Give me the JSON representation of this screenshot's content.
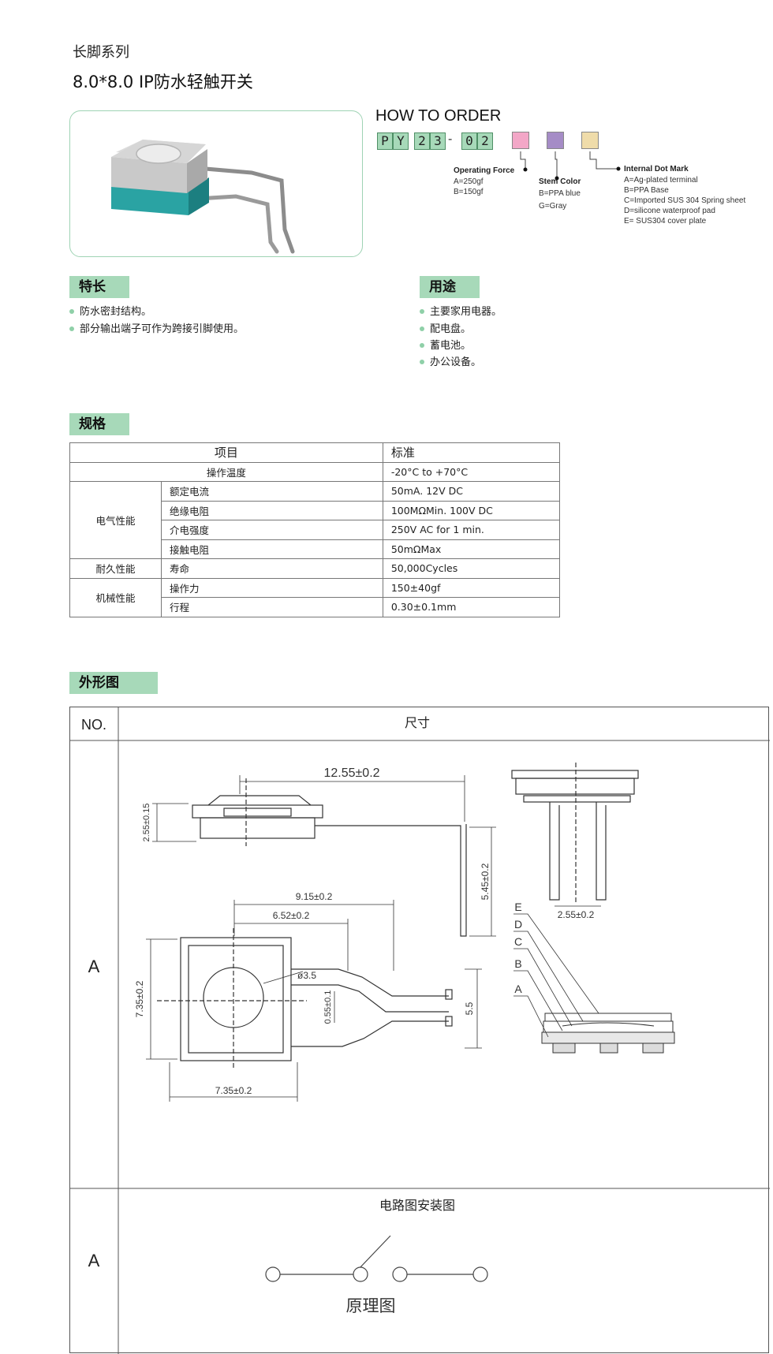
{
  "header": {
    "series": "长脚系列",
    "title": "8.0*8.0 IP防水轻触开关"
  },
  "how_to_order": {
    "title": "HOW TO ORDER",
    "code": [
      "P",
      "Y",
      "2",
      "3",
      "0",
      "2"
    ],
    "dash": "-",
    "swatch_colors": [
      "#f3a7c7",
      "#a58cc6",
      "#efdcaa"
    ],
    "operating_force": {
      "label": "Operating Force",
      "items": [
        "A=250gf",
        "B=150gf"
      ]
    },
    "stem_color": {
      "label": "Stem Color",
      "items": [
        "B=PPA blue",
        "G=Gray"
      ]
    },
    "internal_dot_mark": {
      "label": "Internal Dot Mark",
      "items": [
        "A=Ag-plated terminal",
        "B=PPA Base",
        "C=Imported SUS 304 Spring sheet",
        "D=silicone waterproof pad",
        "E= SUS304 cover plate"
      ]
    }
  },
  "features": {
    "heading": "特长",
    "items": [
      "防水密封结构。",
      "部分输出端子可作为跨接引脚使用。"
    ]
  },
  "uses": {
    "heading": "用途",
    "items": [
      "主要家用电器。",
      "配电盘。",
      "蓄电池。",
      "办公设备。"
    ]
  },
  "spec": {
    "heading": "规格",
    "col_item": "项目",
    "col_std": "标准",
    "op_temp": {
      "label": "操作温度",
      "value": "-20°C to +70°C"
    },
    "electrical": {
      "group": "电气性能",
      "rows": [
        {
          "label": "额定电流",
          "value": "50mA. 12V DC"
        },
        {
          "label": "绝缘电阻",
          "value": "100MΩMin. 100V DC"
        },
        {
          "label": "介电强度",
          "value": "250V AC for 1 min."
        },
        {
          "label": "接触电阻",
          "value": "50mΩMax"
        }
      ]
    },
    "durability": {
      "group": "耐久性能",
      "label": "寿命",
      "value": "50,000Cycles"
    },
    "mechanical": {
      "group": "机械性能",
      "rows": [
        {
          "label": "操作力",
          "value": "150±40gf"
        },
        {
          "label": "行程",
          "value": "0.30±0.1mm"
        }
      ]
    }
  },
  "dimensions": {
    "heading": "外形图",
    "col_no": "NO.",
    "col_size": "尺寸",
    "row_label": "A",
    "labels": {
      "total_length": "12.55±0.2",
      "height": "2.55±0.15",
      "leg_drop": "5.45±0.2",
      "side_pitch": "2.55±0.2",
      "d915": "9.15±0.2",
      "d652": "6.52±0.2",
      "phi": "ø3.5",
      "d055": "0.55±0.1",
      "d55": "5.5",
      "width_v": "7.35±0.2",
      "width_h": "7.35±0.2"
    },
    "layers": [
      "E",
      "D",
      "C",
      "B",
      "A"
    ]
  },
  "circuit": {
    "heading": "电路图安装图",
    "row_label": "A",
    "caption": "原理图"
  }
}
